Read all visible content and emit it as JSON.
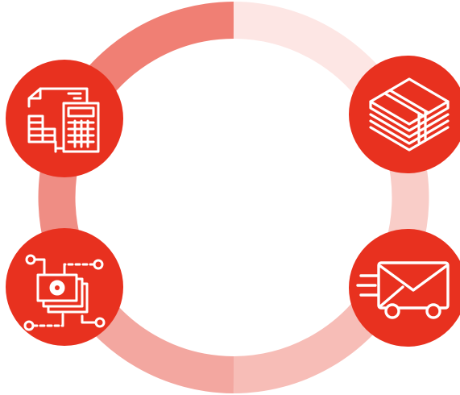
{
  "ring": {
    "segments": [
      {
        "name": "top-left",
        "color": "#f07f74"
      },
      {
        "name": "top-right",
        "color": "#fde6e4"
      },
      {
        "name": "right",
        "color": "#f9cdc8"
      },
      {
        "name": "bottom-right",
        "color": "#f7bdb7"
      },
      {
        "name": "bottom-left",
        "color": "#f3a7a0"
      },
      {
        "name": "left",
        "color": "#ef8d84"
      }
    ]
  },
  "nodes": [
    {
      "icon": "documents-calculator-icon",
      "fill": "#e8311f"
    },
    {
      "icon": "money-stack-icon",
      "fill": "#e8311f"
    },
    {
      "icon": "money-transfer-network-icon",
      "fill": "#e8311f"
    },
    {
      "icon": "mail-delivery-truck-icon",
      "fill": "#e8311f"
    }
  ]
}
